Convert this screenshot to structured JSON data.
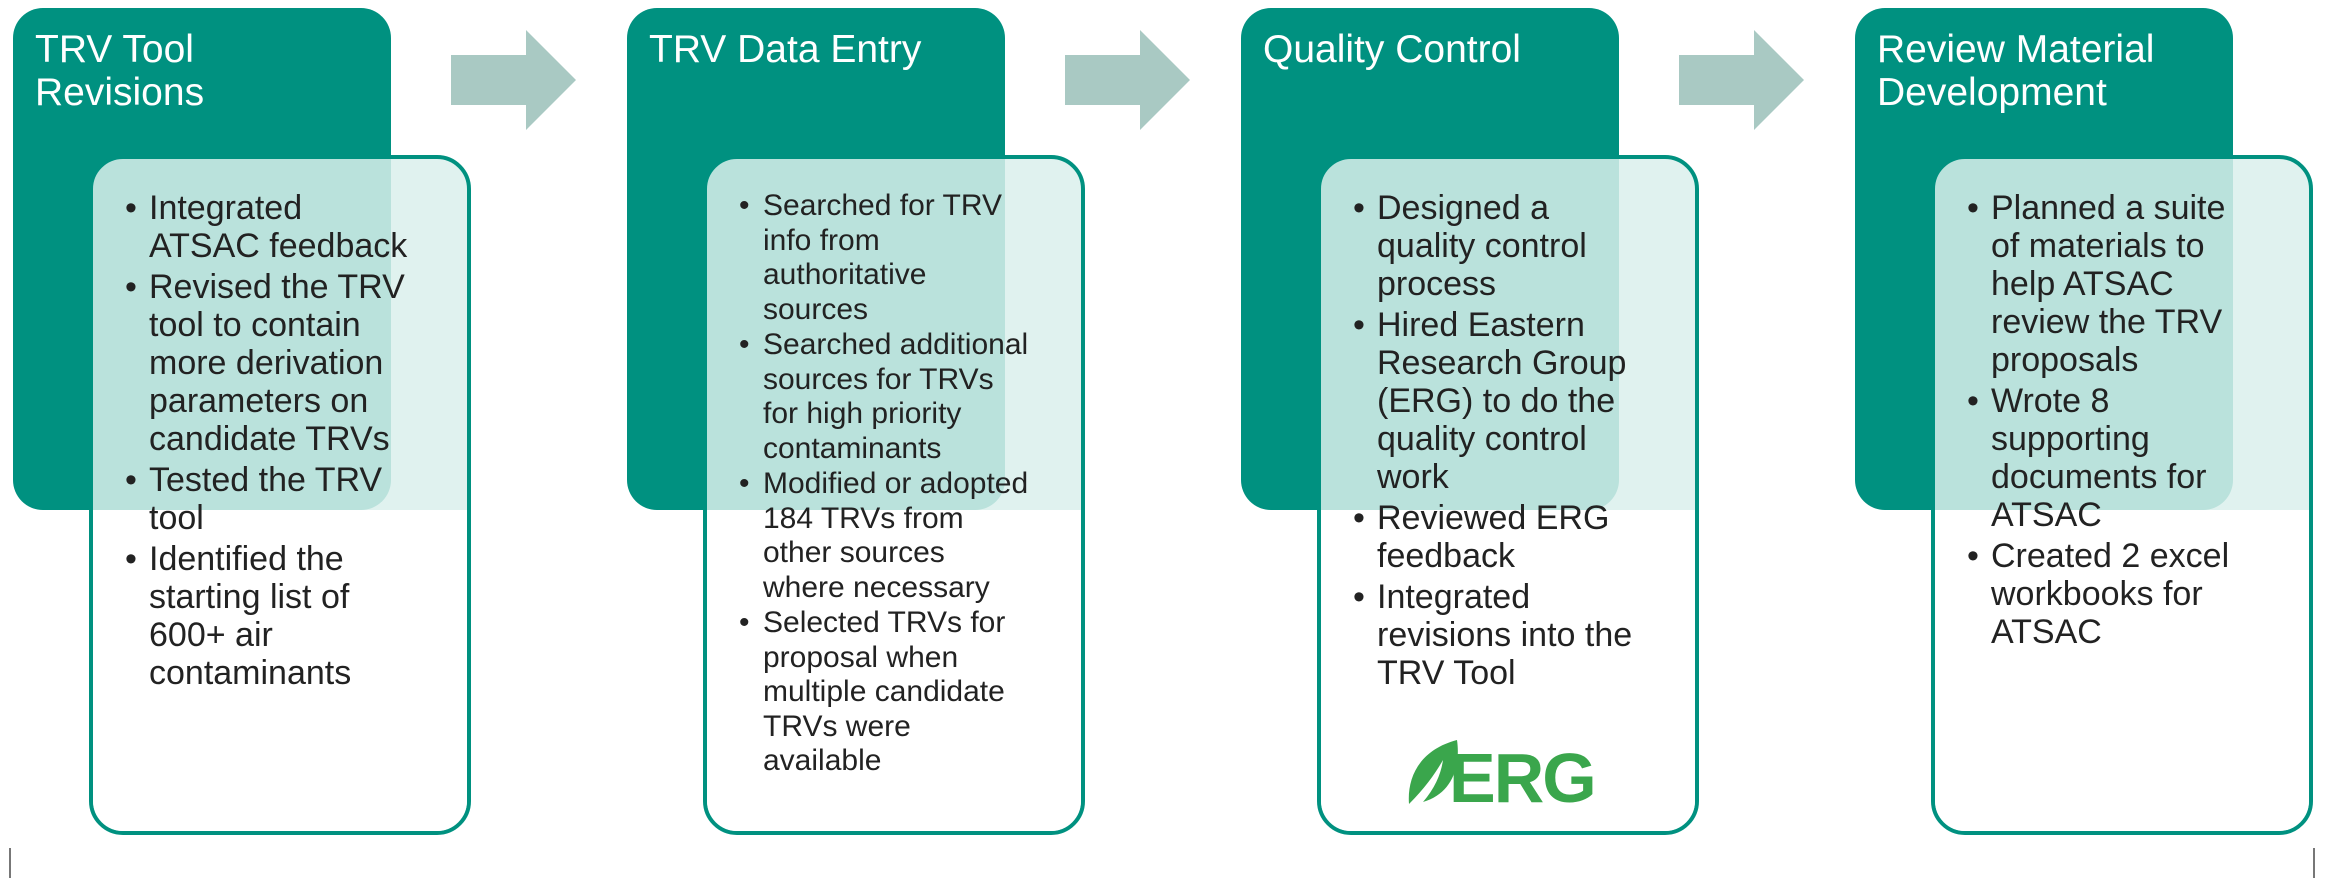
{
  "colors": {
    "header": "#009180",
    "border": "#009180",
    "arrow": "#a9c9c3",
    "logo_green": "#3aa64c"
  },
  "steps": [
    {
      "title": [
        "TRV Tool",
        "Revisions"
      ],
      "items": [
        [
          "Integrated",
          "ATSAC feedback"
        ],
        [
          "Revised the TRV",
          "tool to contain",
          "more derivation",
          "parameters on",
          "candidate TRVs"
        ],
        [
          "Tested the TRV",
          "tool"
        ],
        [
          "Identified the",
          "starting list of",
          "600+ air",
          "contaminants"
        ]
      ]
    },
    {
      "title": [
        "TRV Data Entry"
      ],
      "items": [
        [
          "Searched for TRV",
          "info from",
          "authoritative",
          "sources"
        ],
        [
          "Searched additional",
          "sources for TRVs",
          "for high priority",
          "contaminants"
        ],
        [
          "Modified or adopted",
          "184 TRVs from",
          "other sources",
          "where necessary"
        ],
        [
          "Selected TRVs for",
          "proposal when",
          "multiple candidate",
          "TRVs were",
          "available"
        ]
      ]
    },
    {
      "title": [
        "Quality Control"
      ],
      "items": [
        [
          "Designed a",
          "quality control",
          "process"
        ],
        [
          "Hired Eastern",
          "Research Group",
          "(ERG) to do the",
          "quality control",
          "work"
        ],
        [
          "Reviewed ERG",
          "feedback"
        ],
        [
          "Integrated",
          "revisions into the",
          "TRV Tool"
        ]
      ],
      "logo_text": "ERG"
    },
    {
      "title": [
        "Review Material",
        "Development"
      ],
      "items": [
        [
          "Planned a suite",
          "of materials to",
          "help ATSAC",
          "review the TRV",
          "proposals"
        ],
        [
          "Wrote 8",
          "supporting",
          "documents for",
          "ATSAC"
        ],
        [
          "Created 2 excel",
          "workbooks for",
          "ATSAC"
        ]
      ]
    }
  ]
}
